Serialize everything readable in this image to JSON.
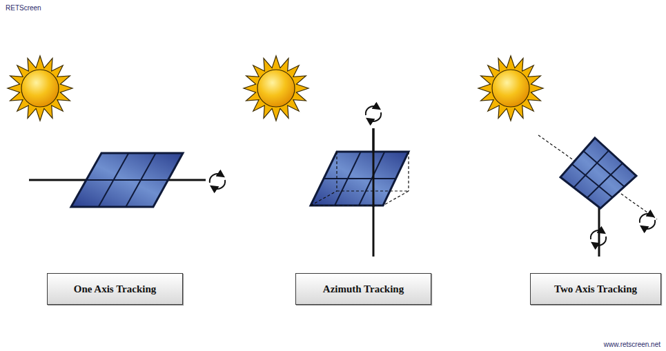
{
  "diagram": {
    "nodes": [
      {
        "text": [
          "One Axis Tracking"
        ]
      },
      {
        "text": [
          "Azimuth Tracking"
        ]
      },
      {
        "text": [
          "Two Axis Tracking"
        ]
      }
    ],
    "labels": [
      "RETScreen",
      "www.retscreen.net"
    ]
  }
}
